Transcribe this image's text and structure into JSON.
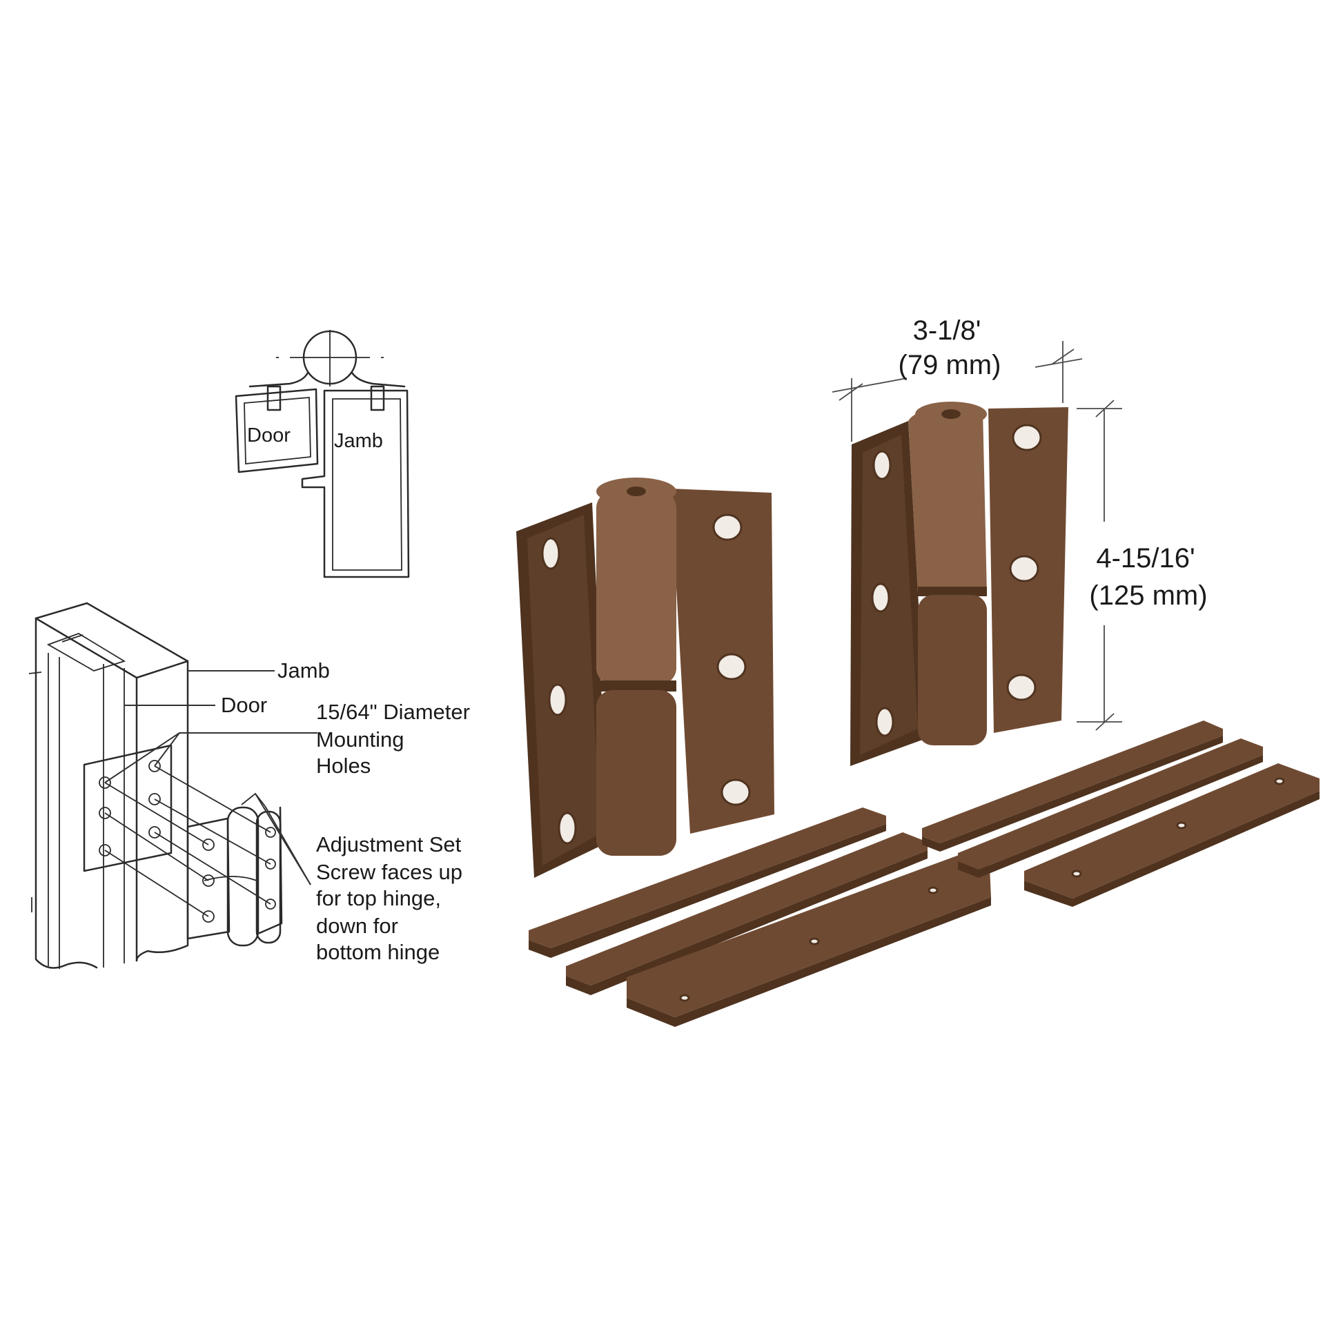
{
  "palette": {
    "bronze_face": "#6f4a32",
    "bronze_dark": "#4f331f",
    "bronze_light": "#8a6248",
    "hole_fill": "#f2ece6",
    "line_ink": "#2a2a2a",
    "background": "#ffffff"
  },
  "plan_view": {
    "door_label": "Door",
    "jamb_label": "Jamb"
  },
  "install_view": {
    "jamb_label": "Jamb",
    "door_label": "Door",
    "mounting_holes_note": [
      "15/64\" Diameter",
      "Mounting",
      "Holes"
    ],
    "set_screw_note": [
      "Adjustment Set",
      "Screw faces up",
      "for top hinge,",
      "down for",
      "bottom hinge"
    ]
  },
  "dimensions": {
    "width_imperial": "3-1/8'",
    "width_metric": "(79 mm)",
    "height_imperial": "4-15/16'",
    "height_metric": "(125 mm)"
  },
  "parts": {
    "hinge_count": 2,
    "shim_sets": 2,
    "shims_per_set": 3
  }
}
